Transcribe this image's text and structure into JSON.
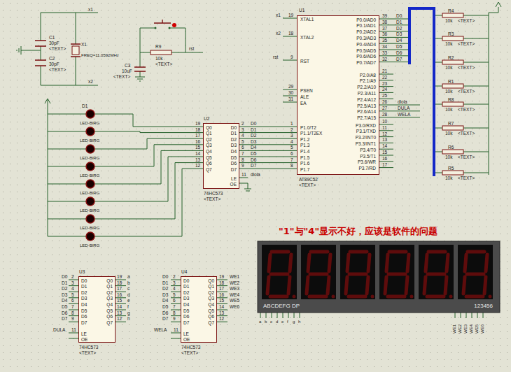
{
  "diagram": {
    "nodes": [
      {
        "text": [
          "U1",
          "XTAL1",
          "XTAL2",
          "RST",
          "PSEN",
          "ALE",
          "EA",
          "P1.0/T2",
          "P1.1/T2EX",
          "P1.2",
          "P1.3",
          "P1.4",
          "P1.5",
          "P1.6",
          "P1.7",
          "P0.0/AD0",
          "P0.1/AD1",
          "P0.2/AD2",
          "P0.3/AD3",
          "P0.4/AD4",
          "P0.5/AD5",
          "P0.6/AD6",
          "P0.7/AD7",
          "P2.0/A8",
          "P2.1/A9",
          "P2.2/A10",
          "P2.3/A11",
          "P2.4/A12",
          "P2.5/A13",
          "P2.6/A14",
          "P2.7/A15",
          "P3.0/RXD",
          "P3.1/TXD",
          "P3.2/INT0",
          "P3.3/INT1",
          "P3.4/T0",
          "P3.5/T1",
          "P3.6/WR",
          "P3.7/RD",
          "AT89C52",
          "<TEXT>"
        ]
      },
      {
        "text": [
          "U2",
          "Q0",
          "Q1",
          "Q2",
          "Q3",
          "Q4",
          "Q5",
          "Q6",
          "Q7",
          "D0",
          "D1",
          "D2",
          "D3",
          "D4",
          "D5",
          "D6",
          "D7",
          "LE",
          "OE",
          "74HC573",
          "<TEXT>"
        ]
      },
      {
        "text": [
          "U3",
          "D0",
          "D1",
          "D2",
          "D3",
          "D4",
          "D5",
          "D6",
          "D7",
          "Q0",
          "Q1",
          "Q2",
          "Q3",
          "Q4",
          "Q5",
          "Q6",
          "Q7",
          "LE",
          "OE",
          "74HC573",
          "<TEXT>"
        ]
      },
      {
        "text": [
          "U4",
          "D0",
          "D1",
          "D2",
          "D3",
          "D4",
          "D5",
          "D6",
          "D7",
          "Q0",
          "Q1",
          "Q2",
          "Q3",
          "Q4",
          "Q5",
          "Q6",
          "Q7",
          "LE",
          "OE",
          "74HC573",
          "<TEXT>"
        ]
      },
      {
        "text": [
          "ABCDEFG DP",
          "123456"
        ]
      }
    ],
    "labels": [
      "C1",
      "30pF",
      "<TEXT>",
      "X1",
      "FREQ=11.0592MHz",
      "C2",
      "30pF",
      "<TEXT>",
      "x1",
      "x2",
      "R9",
      "10k",
      "<TEXT>",
      "rst",
      "C3",
      "10uF",
      "<TEXT>",
      "x1",
      "19",
      "x2",
      "18",
      "rst",
      "9",
      "29",
      "30",
      "31",
      "1",
      "2",
      "3",
      "4",
      "5",
      "6",
      "7",
      "8",
      "39",
      "38",
      "37",
      "36",
      "35",
      "34",
      "33",
      "32",
      "D0",
      "D1",
      "D2",
      "D3",
      "D4",
      "D5",
      "D6",
      "D7",
      "21",
      "22",
      "23",
      "24",
      "25",
      "26",
      "27",
      "28",
      "dlola",
      "DULA",
      "WELA",
      "10",
      "11",
      "12",
      "13",
      "14",
      "15",
      "16",
      "17",
      "R4",
      "10k",
      "<TEXT>",
      "R3",
      "10k",
      "<TEXT>",
      "R2",
      "10k",
      "<TEXT>",
      "R1",
      "10k",
      "<TEXT>",
      "R8",
      "10k",
      "<TEXT>",
      "R7",
      "10k",
      "<TEXT>",
      "R6",
      "10k",
      "<TEXT>",
      "R5",
      "10k",
      "<TEXT>",
      "D1",
      "LED-BIRG",
      "LED-BIRG",
      "LED-BIRG",
      "LED-BIRG",
      "LED-BIRG",
      "LED-BIRG",
      "LED-BIRG",
      "LED-BIRG",
      "2",
      "3",
      "4",
      "5",
      "6",
      "7",
      "8",
      "9",
      "D0",
      "D1",
      "D2",
      "D3",
      "D4",
      "D5",
      "D6",
      "D7",
      "11",
      "dlola",
      "19",
      "18",
      "17",
      "16",
      "15",
      "14",
      "13",
      "12",
      "D0",
      "D1",
      "D2",
      "D3",
      "D4",
      "D5",
      "D6",
      "D7",
      "2",
      "3",
      "4",
      "5",
      "6",
      "7",
      "8",
      "9",
      "19",
      "18",
      "17",
      "16",
      "15",
      "14",
      "13",
      "12",
      "a",
      "b",
      "c",
      "d",
      "e",
      "f",
      "g",
      "h",
      "DULA",
      "11",
      "D0",
      "D1",
      "D2",
      "D3",
      "D4",
      "D5",
      "D6",
      "D7",
      "2",
      "3",
      "4",
      "5",
      "6",
      "7",
      "8",
      "9",
      "19",
      "18",
      "17",
      "16",
      "15",
      "14",
      "13",
      "12",
      "WE1",
      "WE2",
      "WE3",
      "WE4",
      "WE5",
      "WE6",
      "WELA",
      "11",
      "a",
      "b",
      "c",
      "d",
      "e",
      "f",
      "g",
      "h",
      "WE1",
      "WE2",
      "WE3",
      "WE4",
      "WE5",
      "WE6",
      "\"1\"与\"4\"显示不好，应该是软件的问题"
    ]
  }
}
